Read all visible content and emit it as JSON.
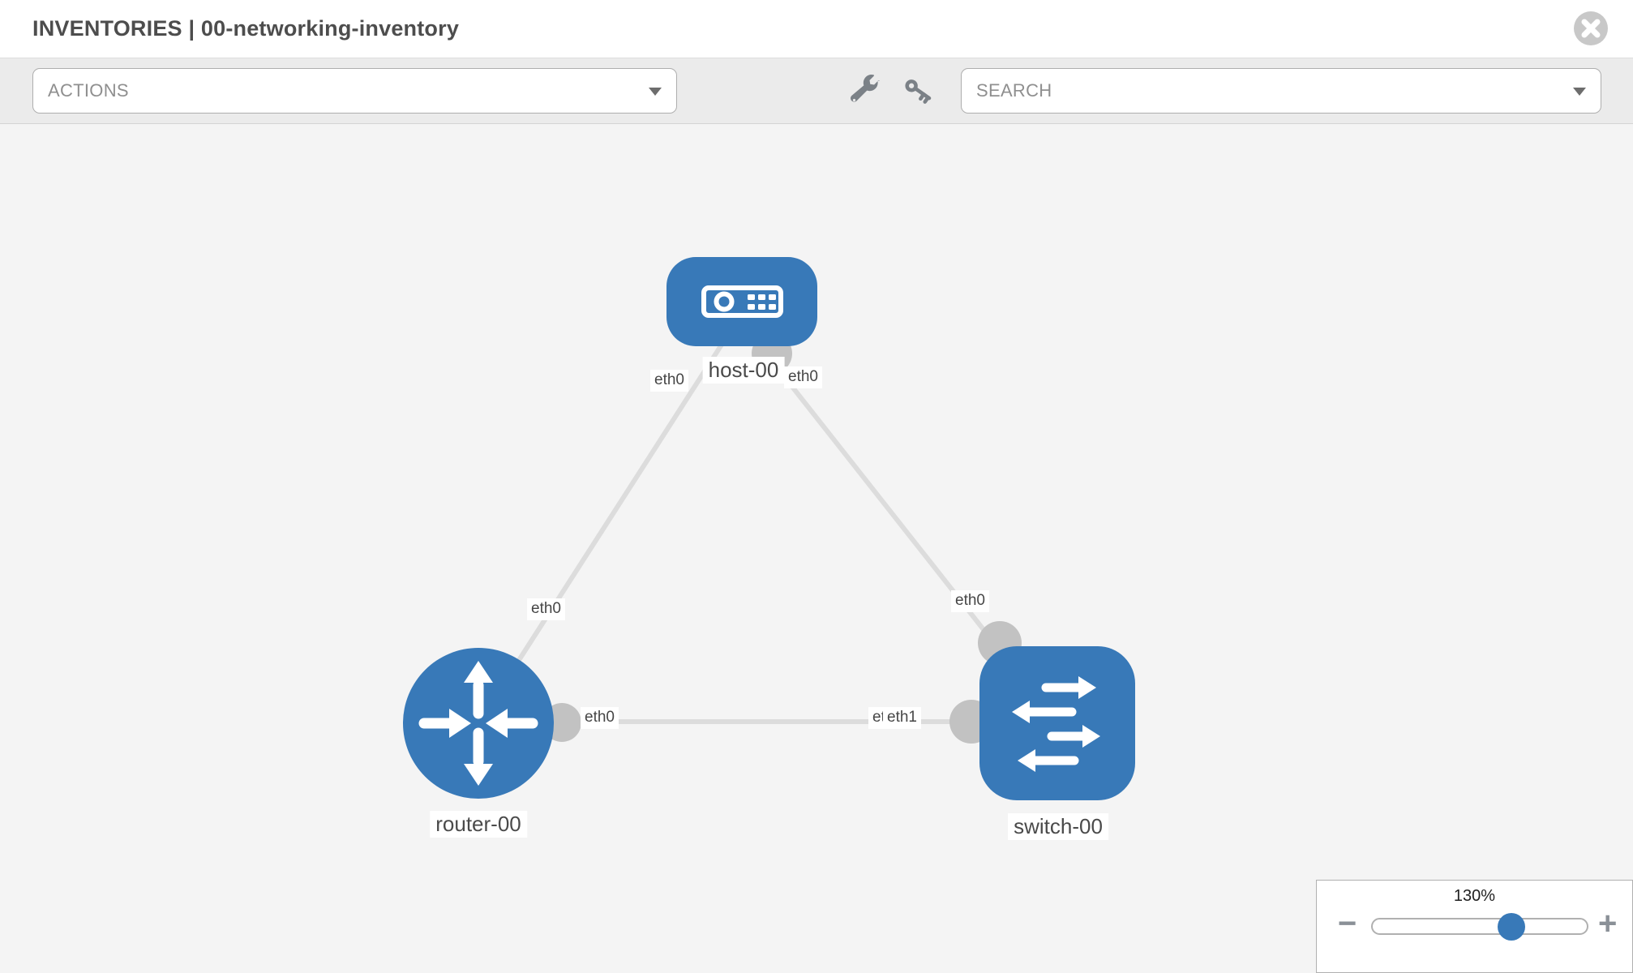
{
  "window": {
    "title": "INVENTORIES | 00-networking-inventory"
  },
  "toolbar": {
    "actions_label": "ACTIONS",
    "search_placeholder": "SEARCH",
    "icons": [
      "wrench-icon",
      "key-icon"
    ]
  },
  "diagram": {
    "nodes": [
      {
        "id": "host-00",
        "type": "host",
        "label": "host-00"
      },
      {
        "id": "router-00",
        "type": "router",
        "label": "router-00"
      },
      {
        "id": "switch-00",
        "type": "switch",
        "label": "switch-00"
      }
    ],
    "links": [
      {
        "from": "host-00",
        "to": "router-00",
        "labels": [
          "eth0",
          "eth0"
        ]
      },
      {
        "from": "host-00",
        "to": "switch-00",
        "labels": [
          "eth0",
          "eth0"
        ]
      },
      {
        "from": "router-00",
        "to": "switch-00",
        "labels": [
          "eth0",
          "eth0",
          "eth1"
        ]
      }
    ]
  },
  "zoom_control": {
    "level": "130%",
    "minus_label": "−",
    "plus_label": "+"
  },
  "colors": {
    "node_blue": "#3879b8",
    "link_gray": "#dcdcdc",
    "connector_gray": "#c2c2c2",
    "canvas_bg": "#f4f4f4",
    "toolbar_bg": "#ebebeb",
    "label_text": "#4a4a4a"
  }
}
